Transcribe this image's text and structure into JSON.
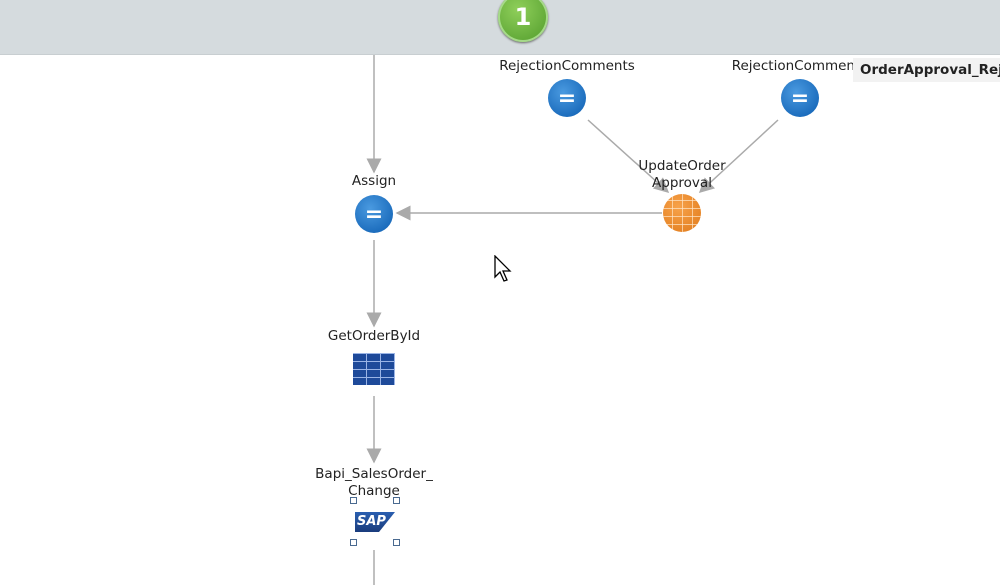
{
  "start_node": {
    "label": "1",
    "color": "#5aa832"
  },
  "nodes": {
    "rejection1": "RejectionComments",
    "rejection2": "RejectionComment",
    "update_line1": "UpdateOrder",
    "update_line2": "Approval",
    "assign": "Assign",
    "get_order": "GetOrderById",
    "bapi_line1": "Bapi_SalesOrder_",
    "bapi_line2": "Change",
    "sap_logo": "SAP"
  },
  "tooltip": "OrderApproval_Rejec",
  "assign_symbol": "="
}
